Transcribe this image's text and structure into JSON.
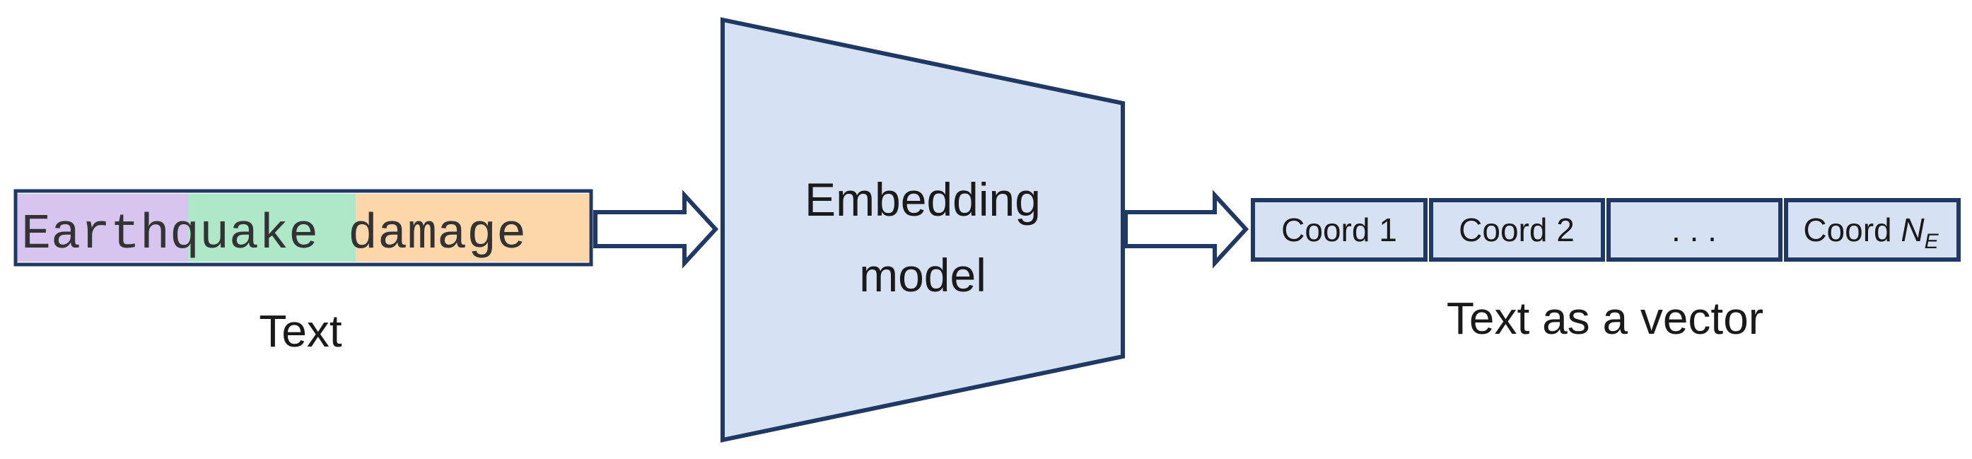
{
  "input": {
    "tokens": [
      {
        "text": "Earth",
        "color": "#d7c5ef"
      },
      {
        "text": "quake",
        "color": "#aee8c9"
      },
      {
        "text": " damage",
        "color": "#fdd6aa"
      }
    ],
    "caption": "Text"
  },
  "model": {
    "line1": "Embedding",
    "line2": "model"
  },
  "output": {
    "cells": [
      {
        "label": "Coord 1"
      },
      {
        "label": "Coord 2"
      },
      {
        "label": ". . ."
      },
      {
        "label": "Coord N",
        "subscript": "E"
      }
    ],
    "caption": "Text as a vector"
  },
  "colors": {
    "stroke": "#1f3864",
    "fill": "#d6e2f3",
    "text": "#1a1a1a",
    "token_text": "#333333"
  }
}
